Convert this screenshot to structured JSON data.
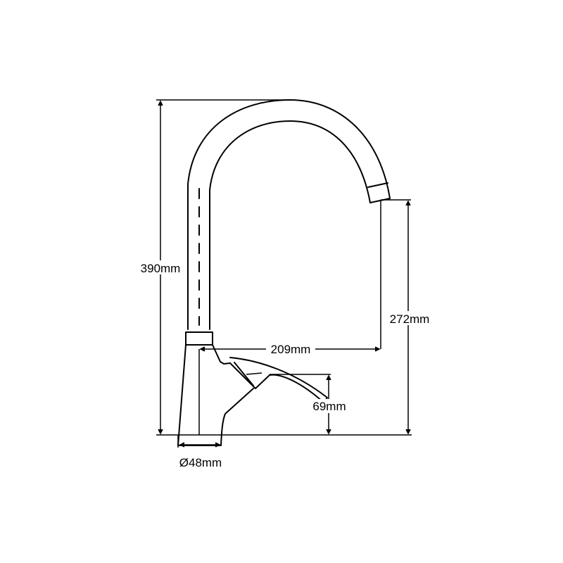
{
  "title": "Faucet dimension drawing",
  "dimensions": {
    "total_height": "390mm",
    "spout_height": "272mm",
    "spout_reach": "209mm",
    "handle_height": "69mm",
    "base_diameter": "Ø48mm"
  },
  "colors": {
    "line": "#000000",
    "background": "#ffffff"
  }
}
